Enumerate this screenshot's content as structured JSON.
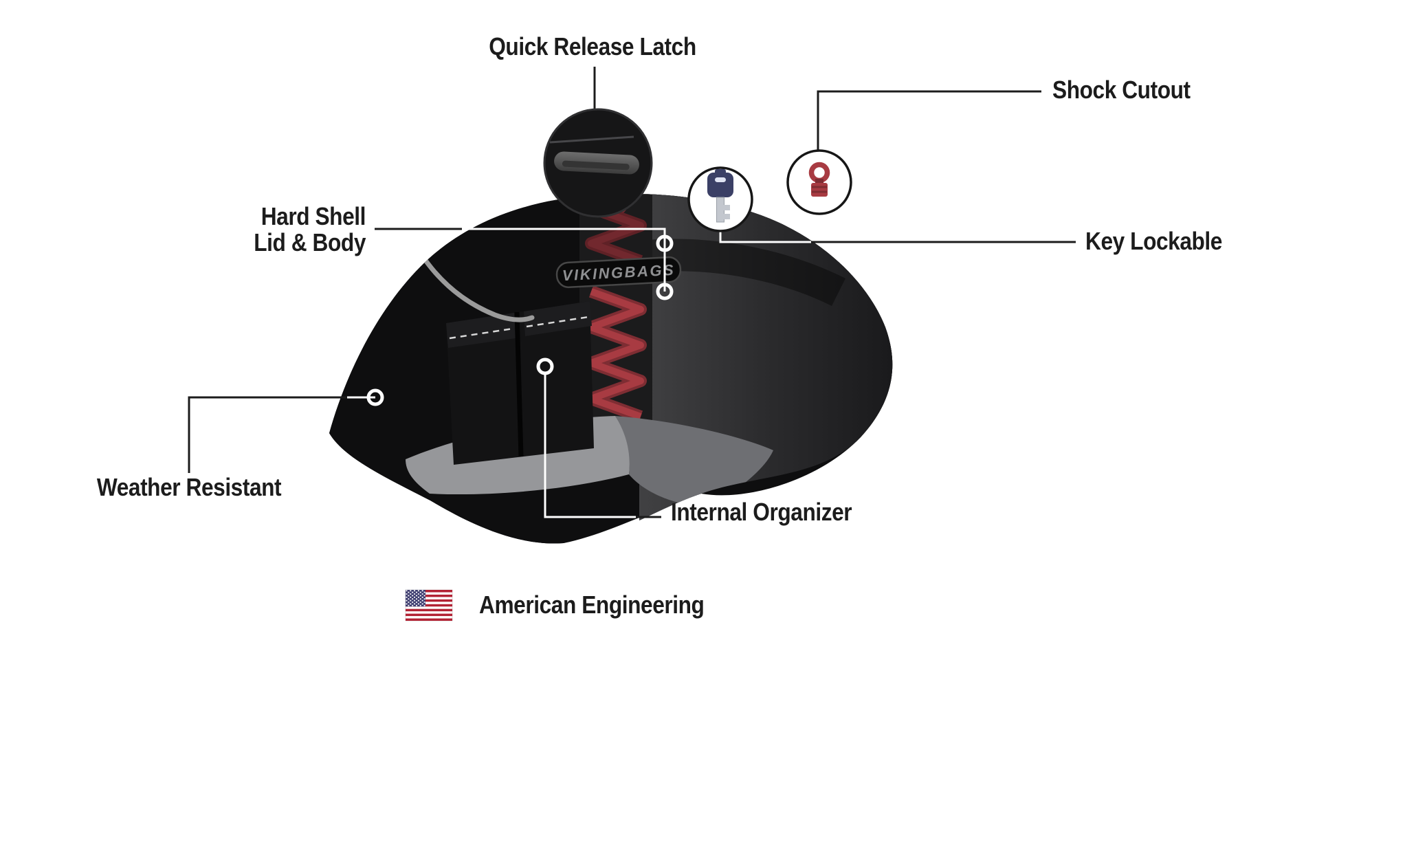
{
  "product": {
    "badge": "VIKINGBAGS"
  },
  "annotations": {
    "quick_release_latch": {
      "label": "Quick Release Latch"
    },
    "shock_cutout": {
      "label": "Shock Cutout"
    },
    "hard_shell_lid_body": {
      "line1": "Hard Shell",
      "line2": "Lid & Body"
    },
    "key_lockable": {
      "label": "Key Lockable"
    },
    "weather_resistant": {
      "label": "Weather Resistant"
    },
    "internal_organizer": {
      "label": "Internal Organizer"
    }
  },
  "footer": {
    "label": "American Engineering"
  },
  "icons": {
    "latch_inset": "quick-release-latch-photo-icon",
    "shock": "shock-absorber-icon",
    "key": "key-icon",
    "flag": "us-flag-icon"
  },
  "colors": {
    "background": "#ffffff",
    "text": "#1c1c1c",
    "line": "#1c1c1c",
    "bag_black": "#0e0e0f",
    "shock_red": "#a83b42",
    "shock_red_dark": "#7e2d33",
    "piping_gray": "#9b9b9b",
    "badge_text": "#8f9092",
    "key_navy": "#3b4066",
    "flag_red": "#B22234",
    "flag_blue": "#3C3B6E"
  }
}
